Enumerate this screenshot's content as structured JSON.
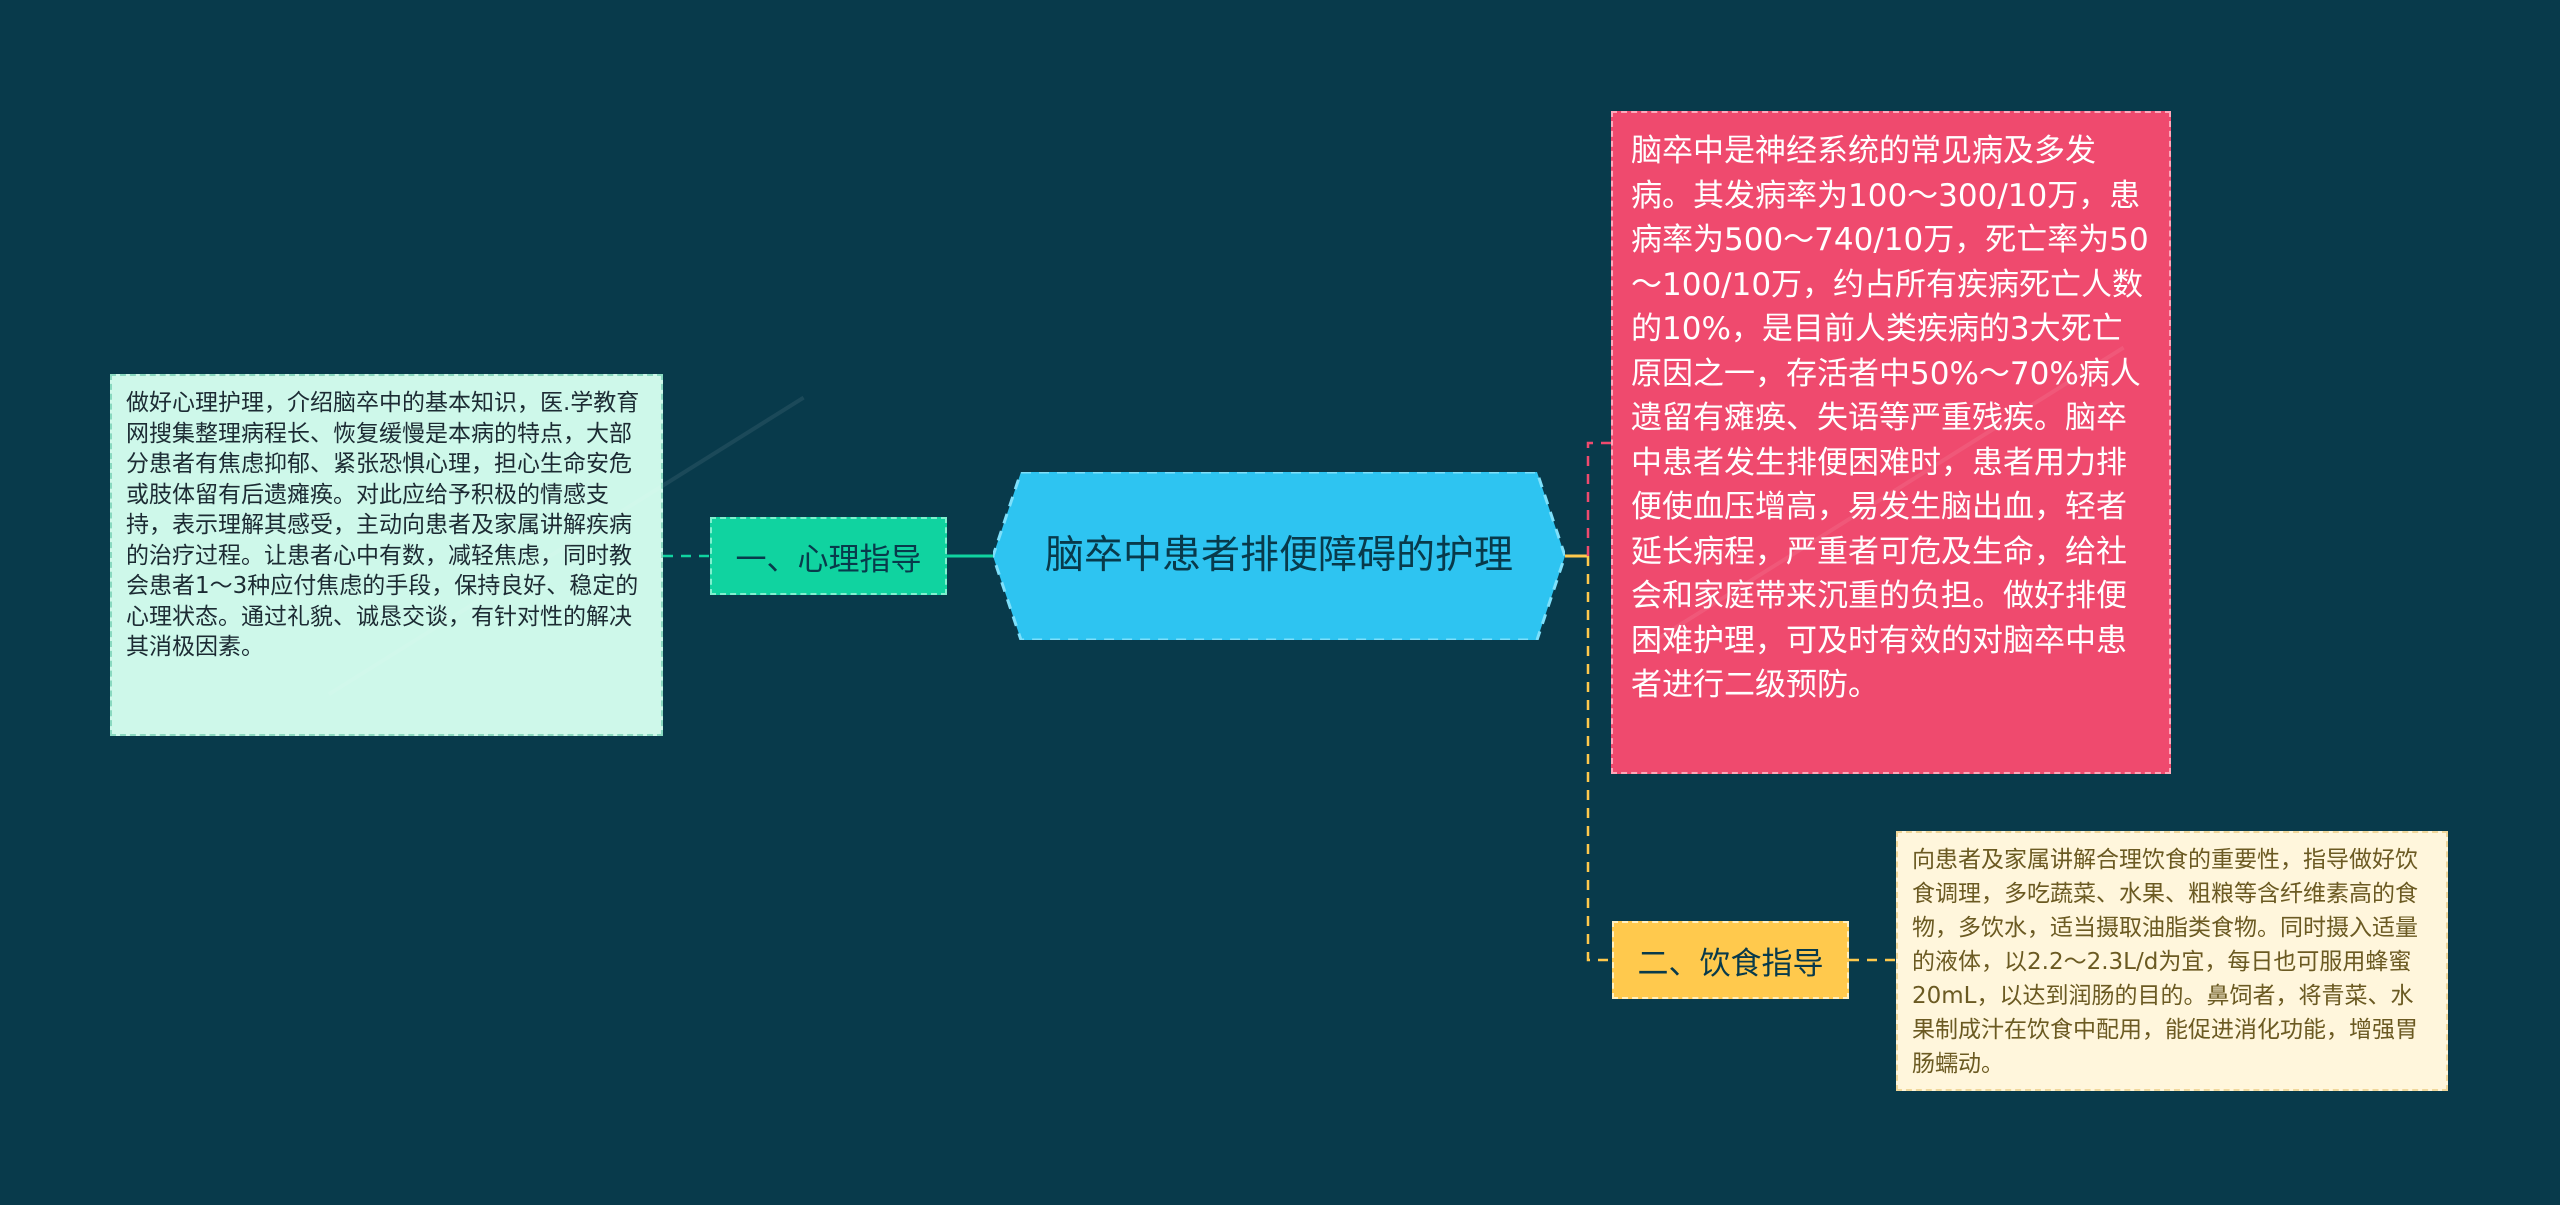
{
  "root": {
    "title": "脑卒中患者排便障碍的护理"
  },
  "branches": {
    "left": {
      "label": "一、心理指导"
    },
    "right": {
      "label": "二、饮食指导"
    }
  },
  "leaves": {
    "left": "做好心理护理，介绍脑卒中的基本知识，医.学教育网搜集整理病程长、恢复缓慢是本病的特点，大部分患者有焦虑抑郁、紧张恐惧心理，担心生命安危或肢体留有后遗瘫痪。对此应给予积极的情感支持，表示理解其感受，主动向患者及家属讲解疾病的治疗过程。让患者心中有数，减轻焦虑，同时教会患者1～3种应付焦虑的手段，保持良好、稳定的心理状态。通过礼貌、诚恳交谈，有针对性的解决其消极因素。",
    "top": "脑卒中是神经系统的常见病及多发病。其发病率为100～300/10万，患病率为500～740/10万，死亡率为50～100/10万，约占所有疾病死亡人数的10%，是目前人类疾病的3大死亡原因之一，存活者中50%～70%病人遗留有瘫痪、失语等严重残疾。脑卒中患者发生排便困难时，患者用力排便使血压增高，易发生脑出血，轻者延长病程，严重者可危及生命，给社会和家庭带来沉重的负担。做好排便困难护理，可及时有效的对脑卒中患者进行二级预防。",
    "bottom": "向患者及家属讲解合理饮食的重要性，指导做好饮食调理，多吃蔬菜、水果、粗粮等含纤维素高的食物，多饮水，适当摄取油脂类食物。同时摄入适量的液体，以2.2～2.3L/d为宜，每日也可服用蜂蜜20mL，以达到润肠的目的。鼻饲者，将青菜、水果制成汁在饮食中配用，能促进消化功能，增强胃肠蠕动。"
  },
  "colors": {
    "background": "#083a4b",
    "root": "#2ec4f1",
    "branch_left": "#10d3a0",
    "branch_right": "#ffc94d",
    "leaf_left": "#cef8ea",
    "leaf_top": "#ef4a6e",
    "leaf_bottom": "#fff6dc",
    "link_pink": "#ef4a6e",
    "link_yellow": "#ffc94d",
    "link_teal": "#10d3a0"
  }
}
